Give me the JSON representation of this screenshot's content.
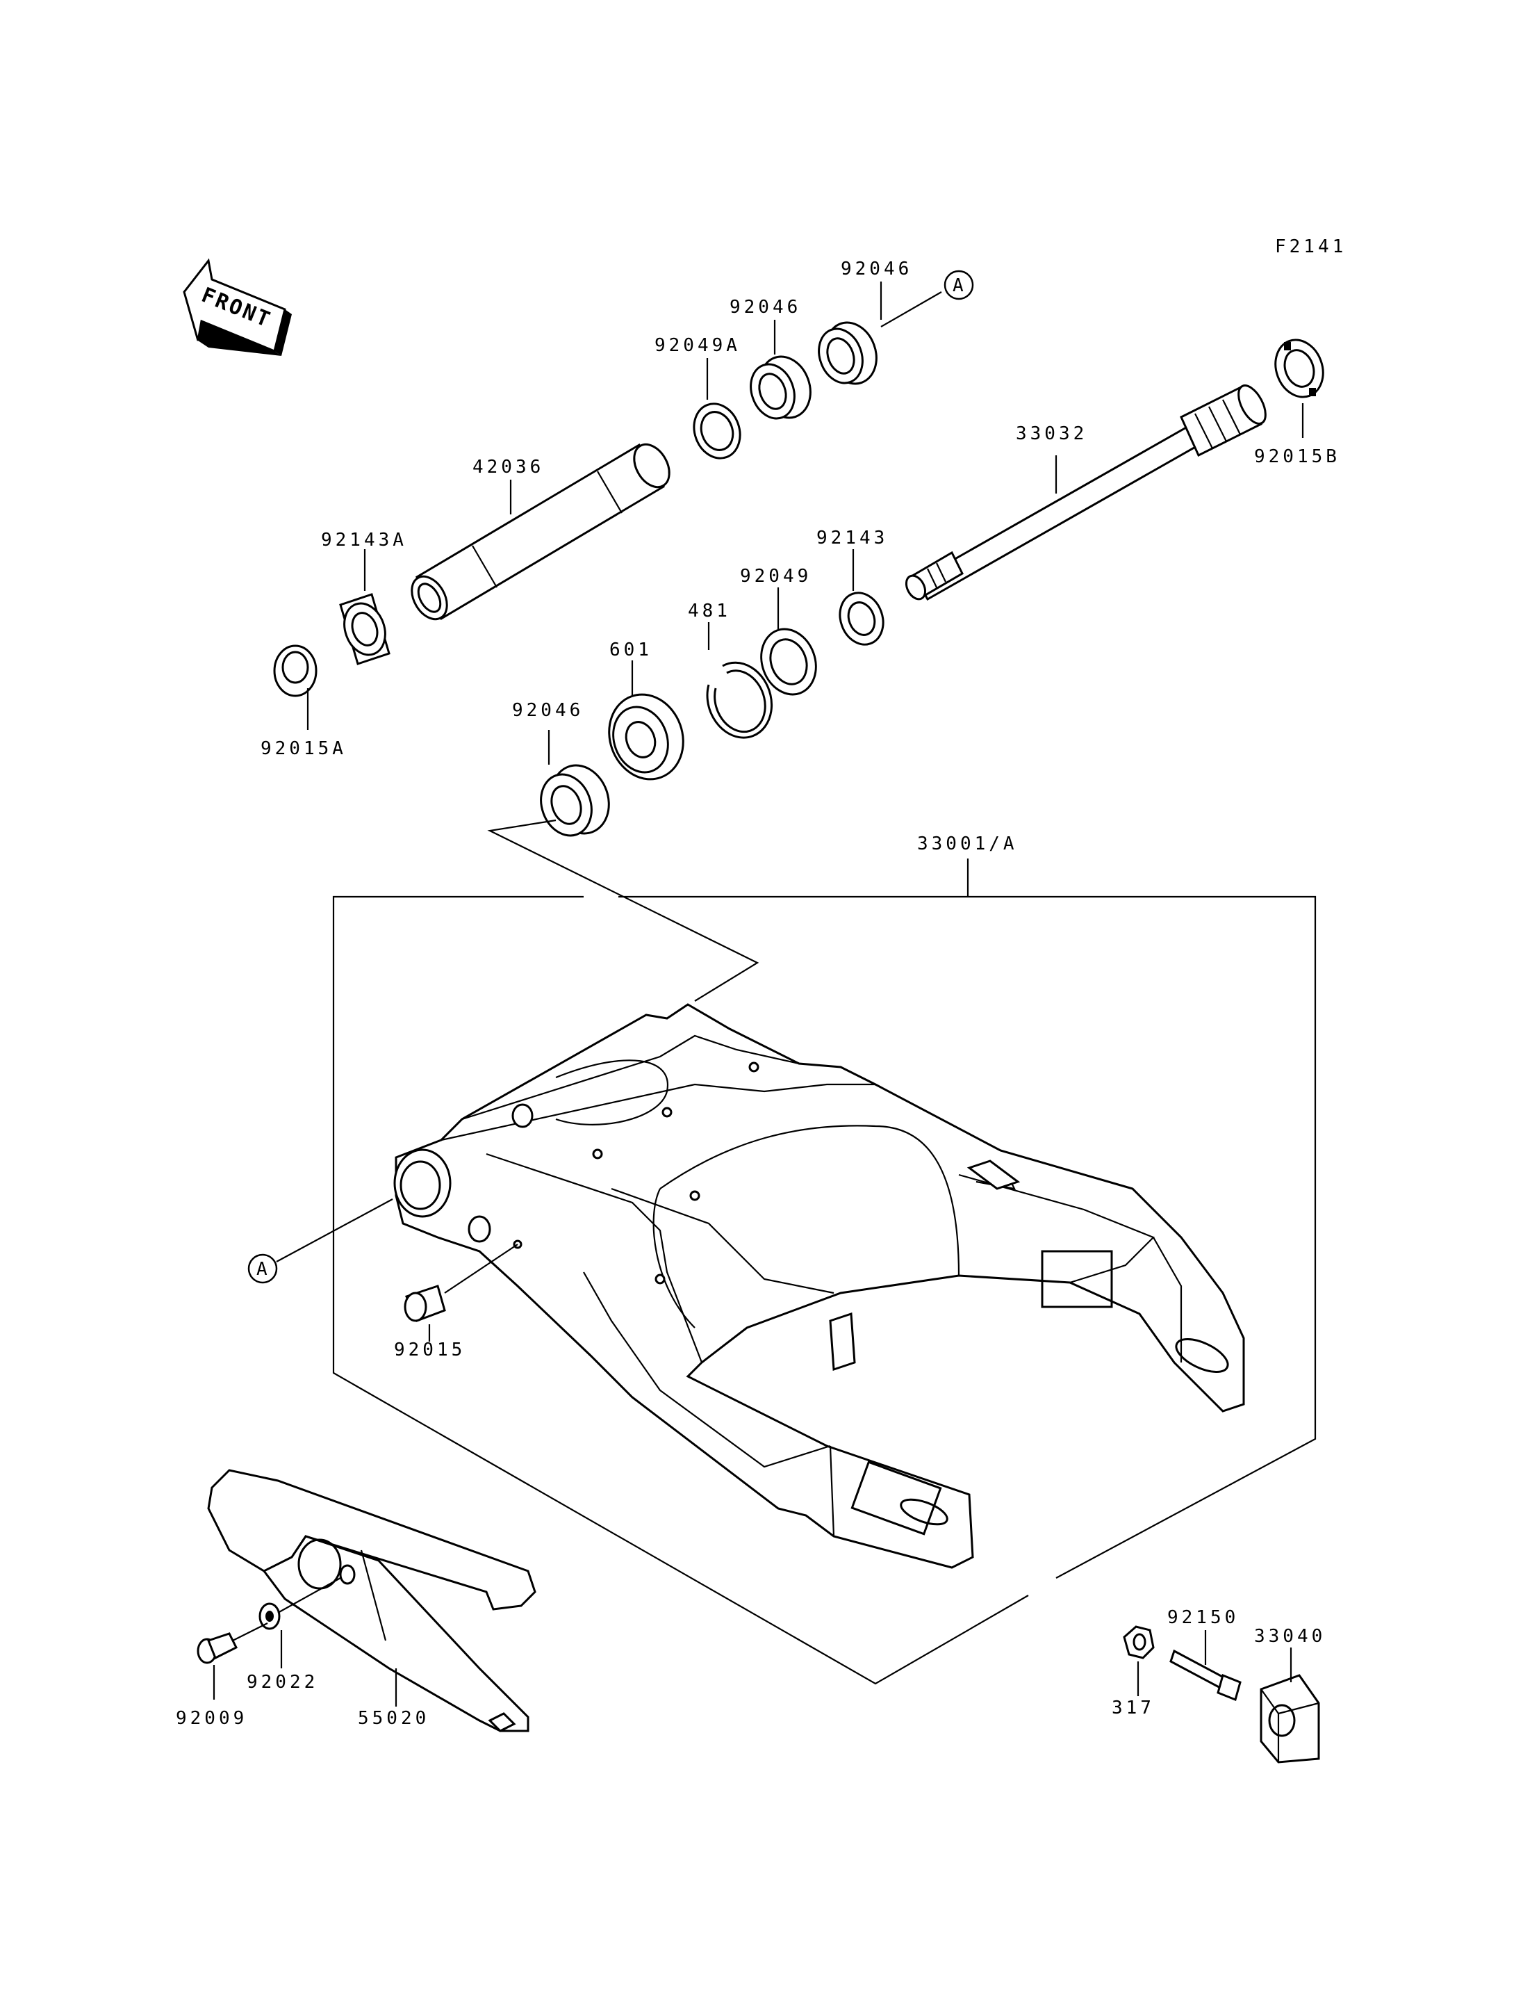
{
  "figure_code": "F2141",
  "front_label": "FRONT",
  "callout_marker": "A",
  "parts": {
    "p92046_top": "92046",
    "p92046_mid": "92046",
    "p92049A": "92049A",
    "p42036": "42036",
    "p33032": "33032",
    "p92015B": "92015B",
    "p92143A": "92143A",
    "p92143": "92143",
    "p92049": "92049",
    "p481": "481",
    "p601": "601",
    "p92015A": "92015A",
    "p92046_low": "92046",
    "p33001A": "33001/A",
    "p92015": "92015",
    "p92150": "92150",
    "p33040": "33040",
    "p317": "317",
    "p92022": "92022",
    "p92009": "92009",
    "p55020": "55020"
  }
}
